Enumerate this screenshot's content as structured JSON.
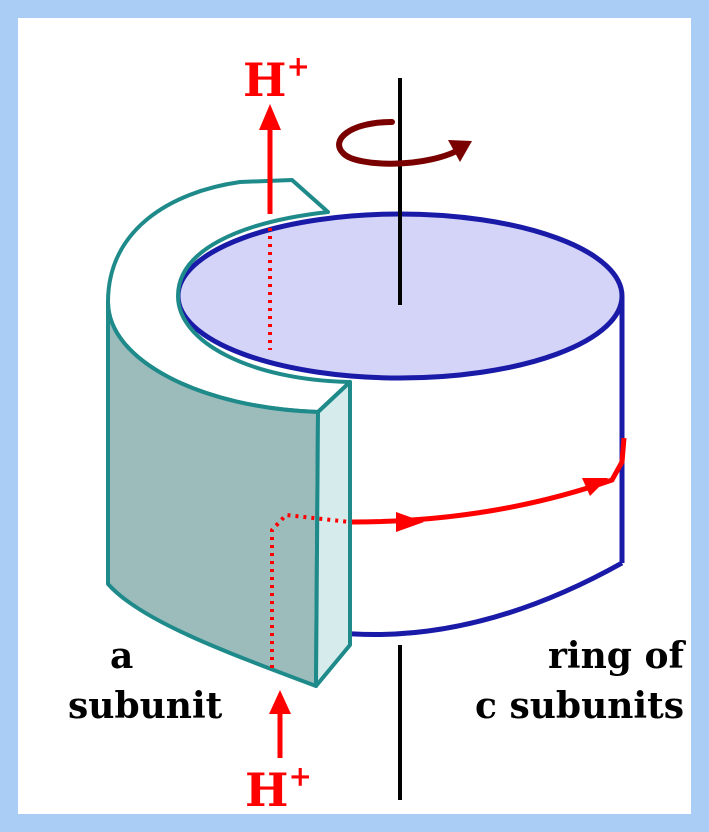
{
  "labels": {
    "proton_top": "H",
    "proton_bottom": "H",
    "proton_charge": "+",
    "a_subunit_line1": "a",
    "a_subunit_line2": "subunit",
    "c_ring_line1": "ring of",
    "c_ring_line2": "c subunits"
  },
  "colors": {
    "frame": "#a9cdf5",
    "proton": "#ff0000",
    "rotation_arrow": "#7a0000",
    "ring_outline": "#1a1aa8",
    "ring_top_fill": "#d4d4f8",
    "a_subunit_outline": "#1f8a8a",
    "a_subunit_face": "#9cbcbc",
    "a_subunit_end": "#d6ecec",
    "axis": "#000000"
  }
}
